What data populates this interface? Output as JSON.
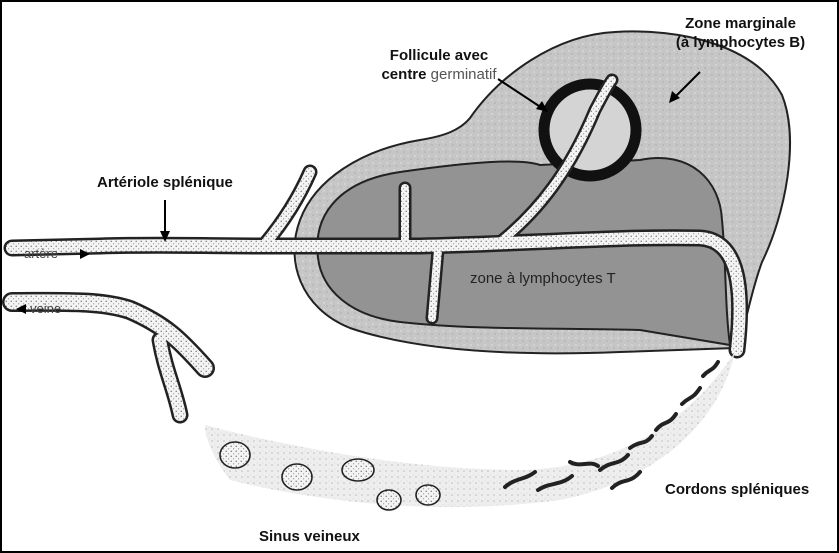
{
  "labels": {
    "zone_marginale_line1": "Zone marginale",
    "zone_marginale_line2": "(à lymphocytes B)",
    "follicule_line1": "Follicule avec",
    "follicule_line2_a": "centre",
    "follicule_line2_b": "germinatif",
    "arteriole": "Artériole splénique",
    "artere": "artère",
    "veine": "veine",
    "zone_t": "zone à lymphocytes T",
    "cordons": "Cordons spléniques",
    "sinus": "Sinus veineux"
  },
  "colors": {
    "border": "#000000",
    "marginal_zone": "#c8c8c8",
    "t_zone": "#8f8f8f",
    "vessel_fill": "#f2f2f2",
    "follicle_ring": "#111111"
  }
}
